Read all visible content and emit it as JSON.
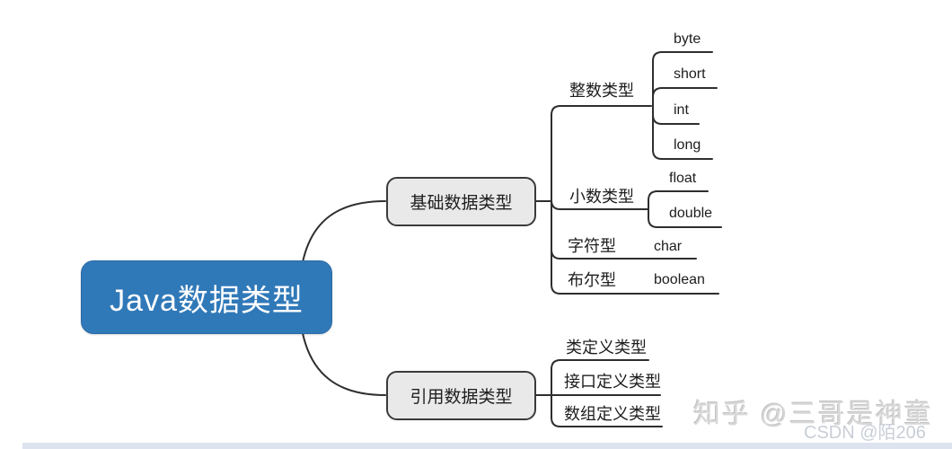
{
  "root": {
    "label": "Java数据类型"
  },
  "branches": [
    {
      "label": "基础数据类型",
      "children": [
        {
          "label": "整数类型",
          "leaves": [
            "byte",
            "short",
            "int",
            "long"
          ]
        },
        {
          "label": "小数类型",
          "leaves": [
            "float",
            "double"
          ]
        },
        {
          "label": "字符型",
          "leaves": [
            "char"
          ]
        },
        {
          "label": "布尔型",
          "leaves": [
            "boolean"
          ]
        }
      ]
    },
    {
      "label": "引用数据类型",
      "children": [
        {
          "label": "类定义类型",
          "leaves": []
        },
        {
          "label": "接口定义类型",
          "leaves": []
        },
        {
          "label": "数组定义类型",
          "leaves": []
        }
      ]
    }
  ],
  "watermarks": {
    "zhihu": "知乎 @三哥是神童",
    "csdn": "CSDN @陌206"
  },
  "colors": {
    "root_fill": "#3079b8",
    "root_text": "#ffffff",
    "node_fill": "#e9e9e9",
    "node_border": "#3a3a3a",
    "line": "#2e2e2e",
    "watermark": "#d7d7d7",
    "bottom_strip": "#dde4ef"
  }
}
